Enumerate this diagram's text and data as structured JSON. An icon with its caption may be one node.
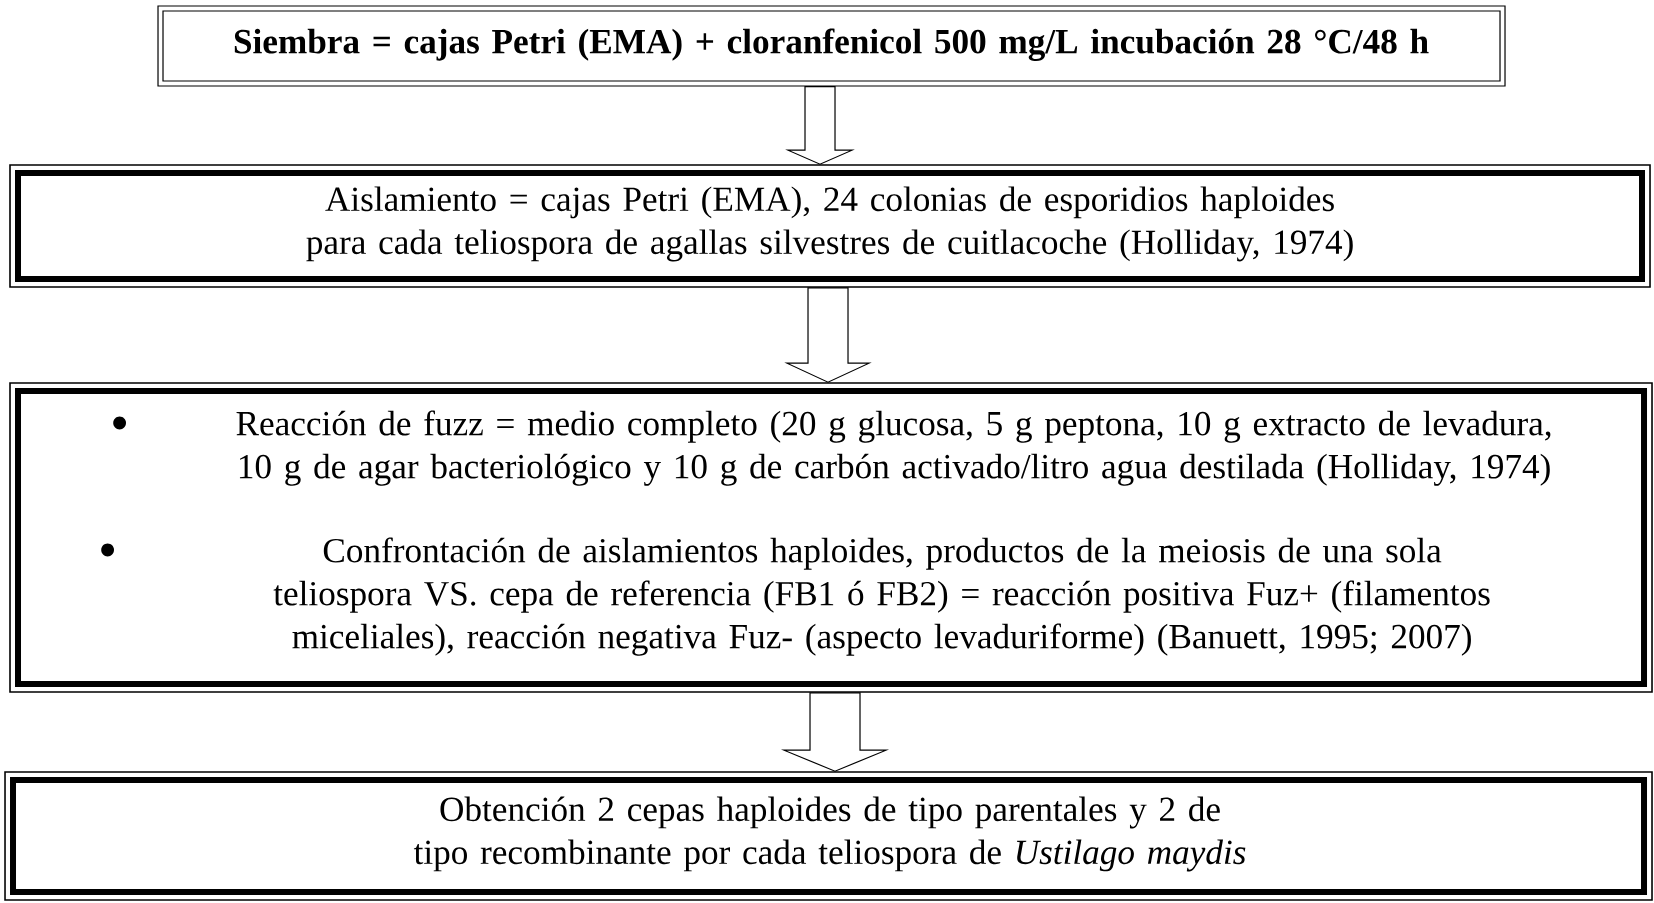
{
  "diagram": {
    "nodes": [
      {
        "text": [
          "Siembra = cajas Petri (EMA) + cloranfenicol 500 mg/L incubación 28 °C/48 h"
        ]
      },
      {
        "text": [
          "Aislamiento = cajas Petri (EMA), 24 colonias de esporidios haploides para cada teliospora de agallas silvestres de cuitlacoche (Holliday, 1974)"
        ]
      },
      {
        "text": [
          "Reacción de fuzz = medio completo (20 g glucosa, 5 g peptona, 10 g extracto de levadura, 10 g de agar bacteriológico y 10 g de carbón activado/litro agua destilada (Holliday, 1974)",
          "Confrontación de aislamientos haploides, productos de la meiosis de una sola teliospora VS. cepa de referencia (FB1 ó FB2) = reacción positiva Fuz+ (filamentos miceliales), reacción negativa Fuz- (aspecto levaduriforme) (Banuett, 1995; 2007)"
        ]
      },
      {
        "text": [
          "Obtención 2 cepas haploides de tipo parentales y 2 de tipo recombinante por cada teliospora de *Ustilago maydis*"
        ]
      }
    ],
    "edges": [
      {
        "from": 0,
        "to": 1,
        "arrow": "to"
      },
      {
        "from": 1,
        "to": 2,
        "arrow": "to"
      },
      {
        "from": 2,
        "to": 3,
        "arrow": "to"
      }
    ]
  }
}
